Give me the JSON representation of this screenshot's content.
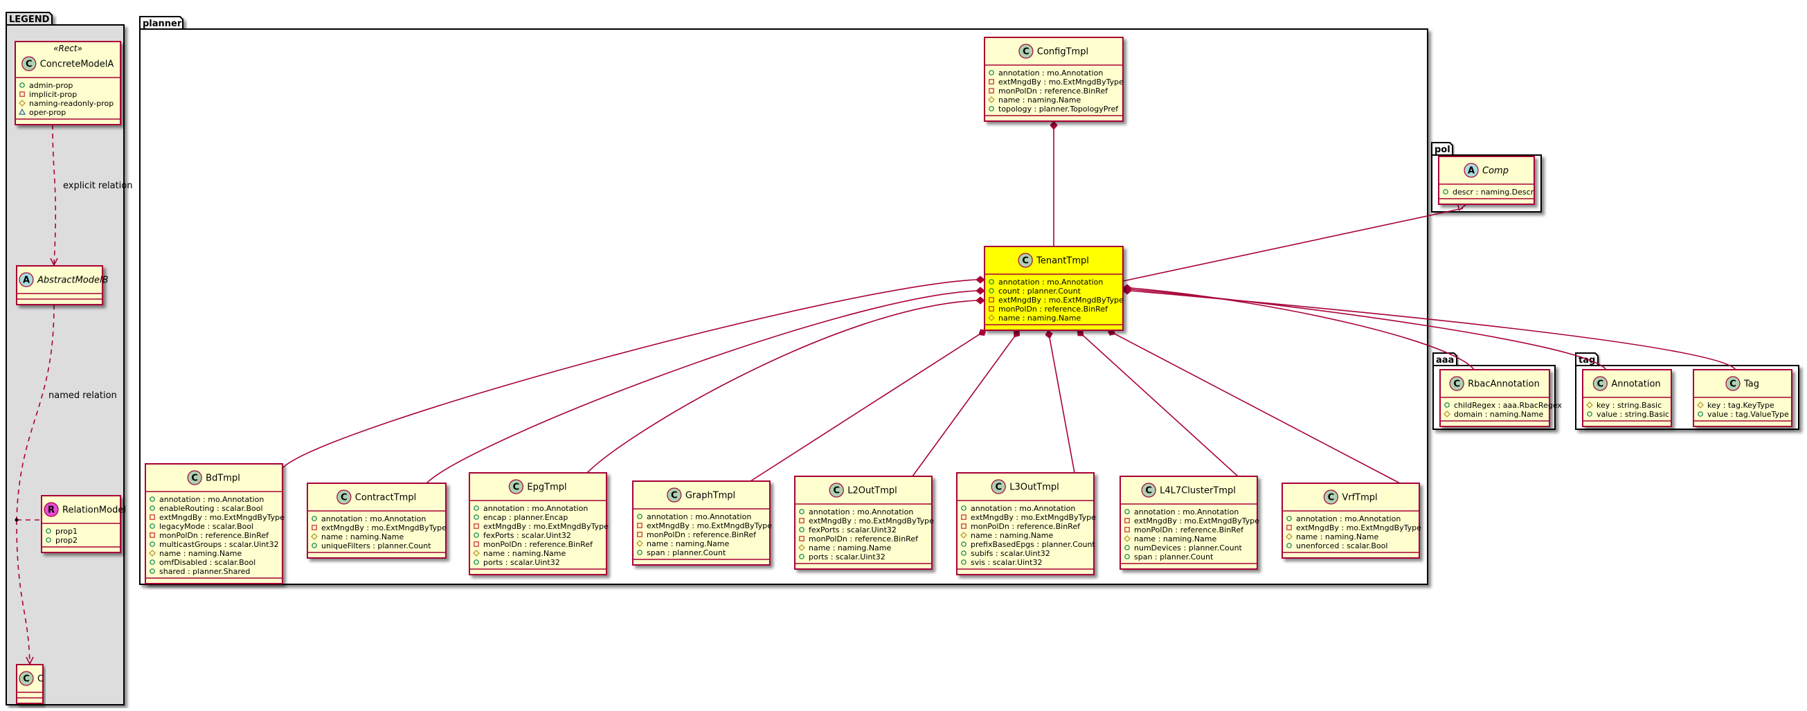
{
  "colors": {
    "class_fill": "#fefece",
    "class_border": "#a80036",
    "highlight_fill": "#ffff00",
    "legend_fill": "#dddddd",
    "package_fill": "#ffffff",
    "circle_c": "#add1b2",
    "circle_a": "#a9dcdf",
    "circle_r": "#e84bd7",
    "edge": "#a80036"
  },
  "packages": [
    {
      "id": "pkg-legend",
      "title": "LEGEND",
      "fill": "legend"
    },
    {
      "id": "pkg-planner",
      "title": "planner",
      "fill": "white"
    },
    {
      "id": "pkg-pol",
      "title": "pol",
      "fill": "white"
    },
    {
      "id": "pkg-aaa",
      "title": "aaa",
      "fill": "white"
    },
    {
      "id": "pkg-tag",
      "title": "tag",
      "fill": "white"
    }
  ],
  "classes": [
    {
      "id": "ConcreteModelA",
      "name": "ConcreteModelA",
      "kind": "C",
      "stereotype": "«Rect»",
      "members": [
        [
          "+",
          "admin-prop"
        ],
        [
          "-",
          "implicit-prop"
        ],
        [
          "#",
          "naming-readonly-prop"
        ],
        [
          "~",
          "oper-prop"
        ]
      ]
    },
    {
      "id": "AbstractModelB",
      "name": "AbstractModelB",
      "kind": "A",
      "members": []
    },
    {
      "id": "RelationModel",
      "name": "RelationModel",
      "kind": "R",
      "members": [
        [
          "+",
          "prop1"
        ],
        [
          "+",
          "prop2"
        ]
      ]
    },
    {
      "id": "C",
      "name": "C",
      "kind": "C",
      "members": []
    },
    {
      "id": "ConfigTmpl",
      "name": "ConfigTmpl",
      "kind": "C",
      "members": [
        [
          "+",
          "annotation : mo.Annotation"
        ],
        [
          "-",
          "extMngdBy : mo.ExtMngdByType"
        ],
        [
          "-",
          "monPolDn : reference.BinRef"
        ],
        [
          "#",
          "name : naming.Name"
        ],
        [
          "+",
          "topology : planner.TopologyPref"
        ]
      ]
    },
    {
      "id": "TenantTmpl",
      "name": "TenantTmpl",
      "kind": "C",
      "highlight": true,
      "members": [
        [
          "+",
          "annotation : mo.Annotation"
        ],
        [
          "+",
          "count : planner.Count"
        ],
        [
          "-",
          "extMngdBy : mo.ExtMngdByType"
        ],
        [
          "-",
          "monPolDn : reference.BinRef"
        ],
        [
          "#",
          "name : naming.Name"
        ]
      ]
    },
    {
      "id": "Comp",
      "name": "Comp",
      "kind": "A",
      "members": [
        [
          "+",
          "descr : naming.Descr"
        ]
      ]
    },
    {
      "id": "RbacAnnotation",
      "name": "RbacAnnotation",
      "kind": "C",
      "members": [
        [
          "+",
          "childRegex : aaa.RbacRegex"
        ],
        [
          "#",
          "domain : naming.Name"
        ]
      ]
    },
    {
      "id": "Annotation",
      "name": "Annotation",
      "kind": "C",
      "members": [
        [
          "#",
          "key : string.Basic"
        ],
        [
          "+",
          "value : string.Basic"
        ]
      ]
    },
    {
      "id": "Tag",
      "name": "Tag",
      "kind": "C",
      "members": [
        [
          "#",
          "key : tag.KeyType"
        ],
        [
          "+",
          "value : tag.ValueType"
        ]
      ]
    },
    {
      "id": "BdTmpl",
      "name": "BdTmpl",
      "kind": "C",
      "members": [
        [
          "+",
          "annotation : mo.Annotation"
        ],
        [
          "+",
          "enableRouting : scalar.Bool"
        ],
        [
          "-",
          "extMngdBy : mo.ExtMngdByType"
        ],
        [
          "+",
          "legacyMode : scalar.Bool"
        ],
        [
          "-",
          "monPolDn : reference.BinRef"
        ],
        [
          "+",
          "multicastGroups : scalar.Uint32"
        ],
        [
          "#",
          "name : naming.Name"
        ],
        [
          "+",
          "omfDisabled : scalar.Bool"
        ],
        [
          "+",
          "shared : planner.Shared"
        ]
      ]
    },
    {
      "id": "ContractTmpl",
      "name": "ContractTmpl",
      "kind": "C",
      "members": [
        [
          "+",
          "annotation : mo.Annotation"
        ],
        [
          "-",
          "extMngdBy : mo.ExtMngdByType"
        ],
        [
          "#",
          "name : naming.Name"
        ],
        [
          "+",
          "uniqueFilters : planner.Count"
        ]
      ]
    },
    {
      "id": "EpgTmpl",
      "name": "EpgTmpl",
      "kind": "C",
      "members": [
        [
          "+",
          "annotation : mo.Annotation"
        ],
        [
          "+",
          "encap : planner.Encap"
        ],
        [
          "-",
          "extMngdBy : mo.ExtMngdByType"
        ],
        [
          "+",
          "fexPorts : scalar.Uint32"
        ],
        [
          "-",
          "monPolDn : reference.BinRef"
        ],
        [
          "#",
          "name : naming.Name"
        ],
        [
          "+",
          "ports : scalar.Uint32"
        ]
      ]
    },
    {
      "id": "GraphTmpl",
      "name": "GraphTmpl",
      "kind": "C",
      "members": [
        [
          "+",
          "annotation : mo.Annotation"
        ],
        [
          "-",
          "extMngdBy : mo.ExtMngdByType"
        ],
        [
          "-",
          "monPolDn : reference.BinRef"
        ],
        [
          "#",
          "name : naming.Name"
        ],
        [
          "+",
          "span : planner.Count"
        ]
      ]
    },
    {
      "id": "L2OutTmpl",
      "name": "L2OutTmpl",
      "kind": "C",
      "members": [
        [
          "+",
          "annotation : mo.Annotation"
        ],
        [
          "-",
          "extMngdBy : mo.ExtMngdByType"
        ],
        [
          "+",
          "fexPorts : scalar.Uint32"
        ],
        [
          "-",
          "monPolDn : reference.BinRef"
        ],
        [
          "#",
          "name : naming.Name"
        ],
        [
          "+",
          "ports : scalar.Uint32"
        ]
      ]
    },
    {
      "id": "L3OutTmpl",
      "name": "L3OutTmpl",
      "kind": "C",
      "members": [
        [
          "+",
          "annotation : mo.Annotation"
        ],
        [
          "-",
          "extMngdBy : mo.ExtMngdByType"
        ],
        [
          "-",
          "monPolDn : reference.BinRef"
        ],
        [
          "#",
          "name : naming.Name"
        ],
        [
          "+",
          "prefixBasedEpgs : planner.Count"
        ],
        [
          "+",
          "subifs : scalar.Uint32"
        ],
        [
          "+",
          "svis : scalar.Uint32"
        ]
      ]
    },
    {
      "id": "L4L7ClusterTmpl",
      "name": "L4L7ClusterTmpl",
      "kind": "C",
      "members": [
        [
          "+",
          "annotation : mo.Annotation"
        ],
        [
          "-",
          "extMngdBy : mo.ExtMngdByType"
        ],
        [
          "-",
          "monPolDn : reference.BinRef"
        ],
        [
          "#",
          "name : naming.Name"
        ],
        [
          "+",
          "numDevices : planner.Count"
        ],
        [
          "+",
          "span : planner.Count"
        ]
      ]
    },
    {
      "id": "VrfTmpl",
      "name": "VrfTmpl",
      "kind": "C",
      "members": [
        [
          "+",
          "annotation : mo.Annotation"
        ],
        [
          "-",
          "extMngdBy : mo.ExtMngdByType"
        ],
        [
          "#",
          "name : naming.Name"
        ],
        [
          "+",
          "unenforced : scalar.Bool"
        ]
      ]
    }
  ],
  "edges": [
    {
      "from": "ConcreteModelA",
      "to": "AbstractModelB",
      "style": "dashed-arrow",
      "label": "explicit relation"
    },
    {
      "from": "AbstractModelB",
      "to": "C",
      "style": "dashed-arrow-relation",
      "label": "named relation"
    },
    {
      "from": "ConfigTmpl",
      "to": "TenantTmpl",
      "style": "composition"
    },
    {
      "from": "TenantTmpl",
      "to": "Comp",
      "style": "inheritance"
    },
    {
      "from": "TenantTmpl",
      "to": "BdTmpl",
      "style": "composition"
    },
    {
      "from": "TenantTmpl",
      "to": "ContractTmpl",
      "style": "composition"
    },
    {
      "from": "TenantTmpl",
      "to": "EpgTmpl",
      "style": "composition"
    },
    {
      "from": "TenantTmpl",
      "to": "GraphTmpl",
      "style": "composition"
    },
    {
      "from": "TenantTmpl",
      "to": "L2OutTmpl",
      "style": "composition"
    },
    {
      "from": "TenantTmpl",
      "to": "L3OutTmpl",
      "style": "composition"
    },
    {
      "from": "TenantTmpl",
      "to": "L4L7ClusterTmpl",
      "style": "composition"
    },
    {
      "from": "TenantTmpl",
      "to": "VrfTmpl",
      "style": "composition"
    },
    {
      "from": "TenantTmpl",
      "to": "RbacAnnotation",
      "style": "composition"
    },
    {
      "from": "TenantTmpl",
      "to": "Annotation",
      "style": "composition"
    },
    {
      "from": "TenantTmpl",
      "to": "Tag",
      "style": "composition"
    }
  ]
}
